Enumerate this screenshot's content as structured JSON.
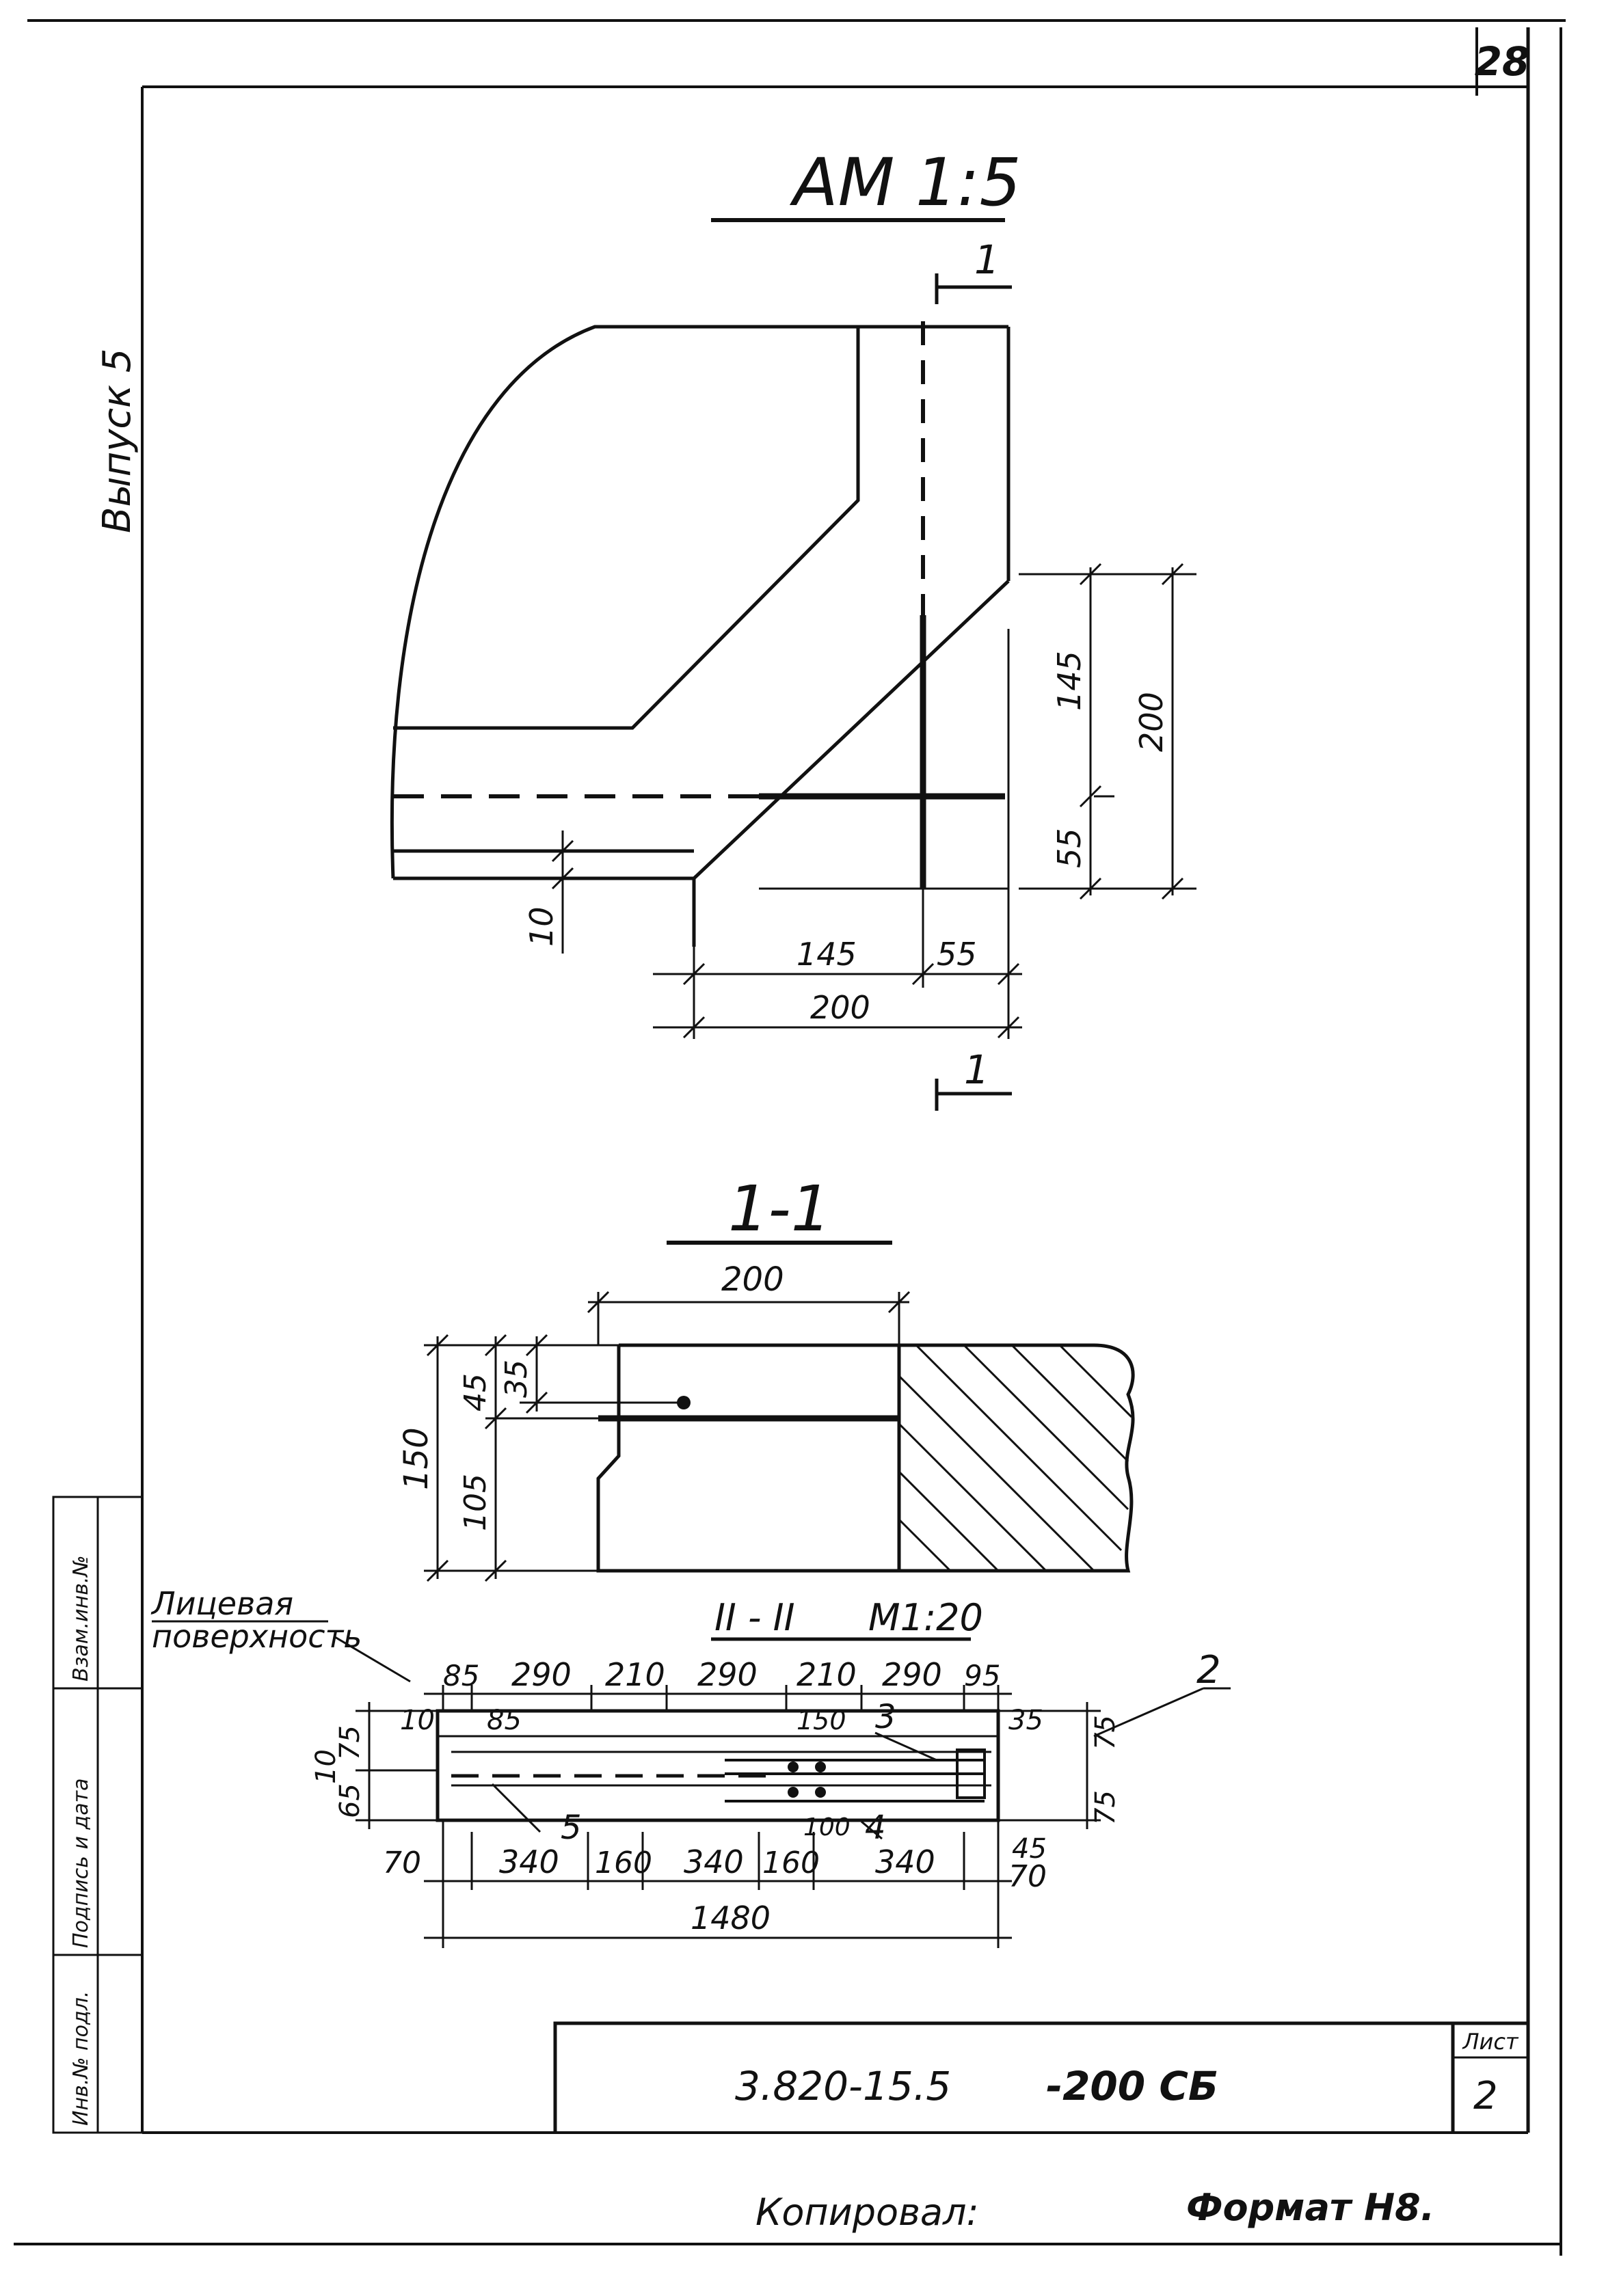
{
  "sheet": {
    "page_number": "28",
    "issue_label": "Выпуск 5",
    "copied_by": "Копировал:",
    "format": "Формат Н8.",
    "doc_code": "3.820-15.5",
    "doc_mark": "-200 СБ",
    "sheet_label": "Лист",
    "sheet_number": "2"
  },
  "side_stamp": {
    "cells": [
      "Инв.№ подл.",
      "Подпись и дата",
      "Взам.инв.№"
    ]
  },
  "view_am": {
    "title": "АМ 1:5",
    "section_mark_top": "1",
    "section_mark_bottom": "1",
    "dims": {
      "v145": "145",
      "v200": "200",
      "v55": "55",
      "v10": "10",
      "h145": "145",
      "h55": "55",
      "h200": "200"
    }
  },
  "section_11": {
    "title": "1-1",
    "dims": {
      "w200": "200",
      "h150": "150",
      "h45": "45",
      "h35": "35",
      "h105": "105"
    }
  },
  "section_22": {
    "title": "II - II",
    "scale": "М1:20",
    "face_label": "Лицевая поверхность",
    "callouts": [
      "2",
      "3",
      "4",
      "5"
    ],
    "top_dims": [
      "85",
      "290",
      "210",
      "290",
      "210",
      "290",
      "95"
    ],
    "top_dims_2": [
      "10",
      "85",
      "150",
      "35"
    ],
    "left_dims": [
      "75",
      "10",
      "65"
    ],
    "right_dims": [
      "75",
      "75",
      "45"
    ],
    "mid_dim": "100",
    "bottom_dims": [
      "70",
      "340",
      "160",
      "340",
      "160",
      "340",
      "70"
    ],
    "total": "1480"
  }
}
